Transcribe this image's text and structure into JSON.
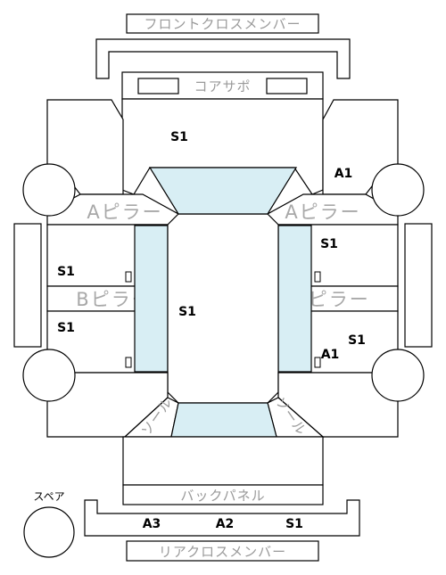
{
  "labels": {
    "front_cross_member": "フロントクロスメンバー",
    "core_support": "コアサポ",
    "a_pillar_left": "Aピラー",
    "a_pillar_right": "Aピラー",
    "b_pillar_left": "Bピラー",
    "b_pillar_right": "Bピラー",
    "back_panel": "バックパネル",
    "rear_cross_member": "リアクロスメンバー",
    "spare": "スペア",
    "curl_left": "ソール",
    "curl_right": "ソール"
  },
  "codes": {
    "hood": "S1",
    "fender_right_front": "A1",
    "front_door_right": "S1",
    "front_door_left": "S1",
    "roof": "S1",
    "rear_door_left": "S1",
    "rear_door_right": "S1",
    "quarter_right": "A1",
    "rear_left": "A3",
    "rear_center": "A2",
    "rear_right": "S1"
  },
  "colors": {
    "glass": "#d8eef4",
    "outline": "#000000",
    "part_label": "#9a9a9a",
    "pillar_label": "#a8a8a8"
  }
}
